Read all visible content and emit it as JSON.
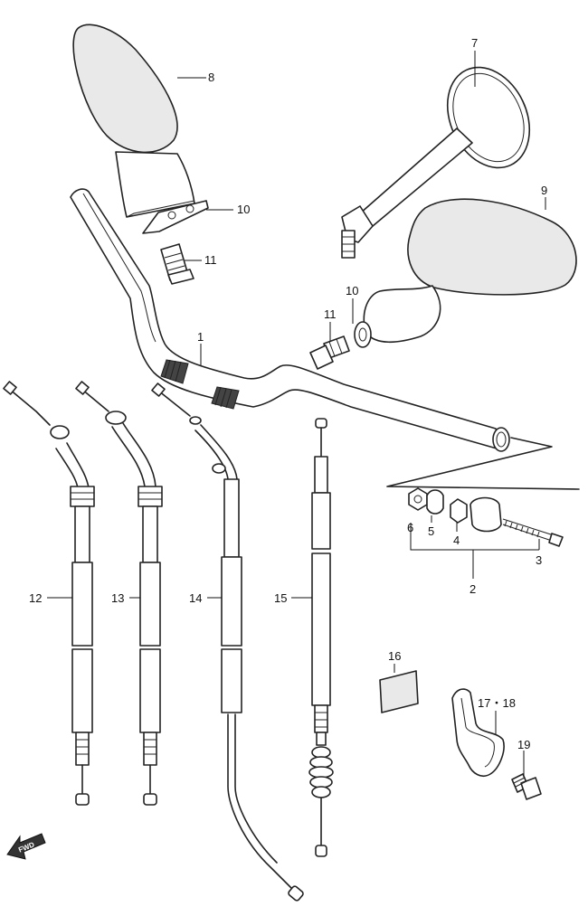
{
  "diagram": {
    "parts": [
      {
        "id": "label-1",
        "number": "1"
      },
      {
        "id": "label-2",
        "number": "2"
      },
      {
        "id": "label-3",
        "number": "3"
      },
      {
        "id": "label-4",
        "number": "4"
      },
      {
        "id": "label-5",
        "number": "5"
      },
      {
        "id": "label-6",
        "number": "6"
      },
      {
        "id": "label-7",
        "number": "7"
      },
      {
        "id": "label-8",
        "number": "8"
      },
      {
        "id": "label-9",
        "number": "9"
      },
      {
        "id": "label-10a",
        "number": "10"
      },
      {
        "id": "label-10b",
        "number": "10"
      },
      {
        "id": "label-11a",
        "number": "11"
      },
      {
        "id": "label-11b",
        "number": "11"
      },
      {
        "id": "label-12",
        "number": "12"
      },
      {
        "id": "label-13",
        "number": "13"
      },
      {
        "id": "label-14",
        "number": "14"
      },
      {
        "id": "label-15",
        "number": "15"
      },
      {
        "id": "label-16",
        "number": "16"
      },
      {
        "id": "label-17-18",
        "number": "17・18"
      },
      {
        "id": "label-19",
        "number": "19"
      }
    ],
    "fwd_label": "FWD"
  }
}
